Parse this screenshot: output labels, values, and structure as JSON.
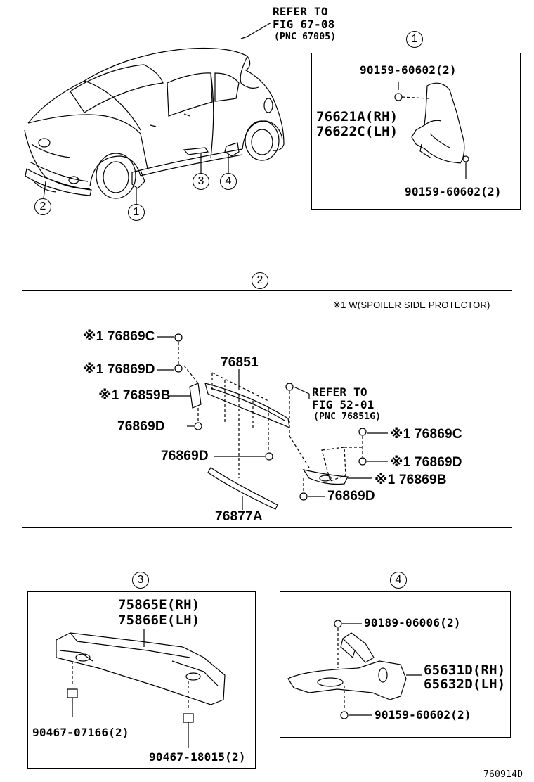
{
  "callouts": {
    "one": "1",
    "two": "2",
    "three": "3",
    "four": "4"
  },
  "overview": {
    "refer": {
      "line1": "REFER TO",
      "line2": "FIG 67-08",
      "line3": "(PNC 67005)"
    }
  },
  "panel1": {
    "part_top": "90159-60602(2)",
    "part_rh": "76621A(RH)",
    "part_lh": "76622C(LH)",
    "part_bottom": "90159-60602(2)"
  },
  "panel2": {
    "note": "※1 W(SPOILER SIDE PROTECTOR)",
    "left_c": "※1 76869C",
    "left_d": "※1 76869D",
    "left_b": "※1 76859B",
    "left_d2": "76869D",
    "center_top": "76851",
    "center_d": "76869D",
    "center_bottom": "76877A",
    "refer": {
      "line1": "REFER TO",
      "line2": "FIG 52-01",
      "line3": "(PNC 76851G)"
    },
    "right_c": "※1 76869C",
    "right_d": "※1 76869D",
    "right_b": "※1 76869B",
    "right_d2": "76869D"
  },
  "panel3": {
    "part_rh": "75865E(RH)",
    "part_lh": "75866E(LH)",
    "bolt_left": "90467-07166(2)",
    "bolt_right": "90467-18015(2)"
  },
  "panel4": {
    "bolt_top": "90189-06006(2)",
    "part_rh": "65631D(RH)",
    "part_lh": "65632D(LH)",
    "bolt_bottom": "90159-60602(2)"
  },
  "figure_code": "760914D"
}
